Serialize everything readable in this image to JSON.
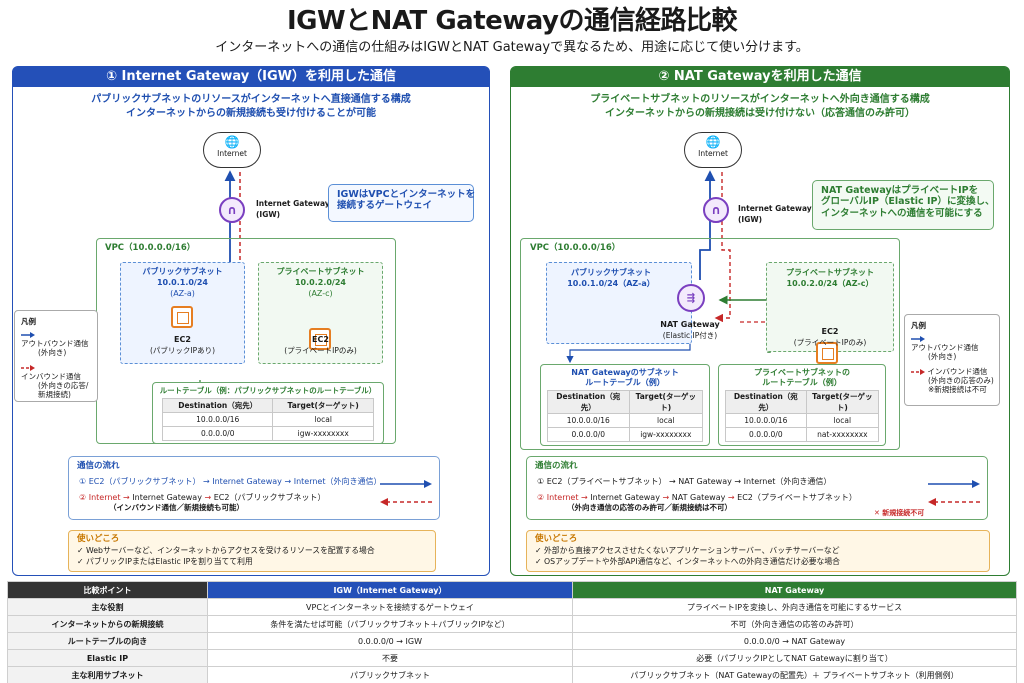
{
  "title": "IGWとNAT Gatewayの通信経路比較",
  "subtitle": "インターネットへの通信の仕組みはIGWとNAT Gatewayで異なるため、用途に応じて使い分けます。",
  "colors": {
    "igw_header": "#2450b8",
    "nat_header": "#2e7d32",
    "outbound": "#1f4fb0",
    "inbound": "#c62828"
  },
  "igw": {
    "header": "① Internet Gateway（IGW）を利用した通信",
    "desc1": "パブリックサブネットのリソースがインターネットへ直接通信する構成",
    "desc2": "インターネットからの新規接続も受け付けることが可能",
    "internet": "Internet",
    "gw_label1": "Internet Gateway",
    "gw_label2": "(IGW)",
    "note1": "IGWはVPCとインターネットを",
    "note2": "接続するゲートウェイ",
    "vpc": "VPC（10.0.0.0/16）",
    "pub_title": "パブリックサブネット",
    "pub_cidr": "10.0.1.0/24",
    "pub_az": "(AZ-a)",
    "pub_ec2": "EC2",
    "pub_ec2_sub": "(パブリックIPあり)",
    "priv_title": "プライベートサブネット",
    "priv_cidr": "10.0.2.0/24",
    "priv_az": "(AZ-c)",
    "priv_ec2": "EC2",
    "priv_ec2_sub": "(プライベートIPのみ)",
    "rt_title": "ルートテーブル（例：パブリックサブネットのルートテーブル）",
    "rt": {
      "h1": "Destination（宛先）",
      "h2": "Target(ターゲット)",
      "r1a": "10.0.0.0/16",
      "r1b": "local",
      "r2a": "0.0.0.0/0",
      "r2b": "igw-xxxxxxxx"
    },
    "flow_title": "通信の流れ",
    "flow1_a": "① EC2（パブリックサブネット）",
    "flow1_b": "Internet Gateway",
    "flow1_c": "Internet（外向き通信）",
    "flow2_a": "② Internet",
    "flow2_b": "Internet Gateway",
    "flow2_c": "EC2（パブリックサブネット）",
    "flow2_sub": "（インバウンド通信／新規接続も可能）",
    "usage_title": "使いどころ",
    "usage1": "✓ Webサーバーなど、インターネットからアクセスを受けるリソースを配置する場合",
    "usage2": "✓ パブリックIPまたはElastic IPを割り当てて利用"
  },
  "legend_left": {
    "title": "凡例",
    "out1": "アウトバウンド通信",
    "out2": "(外向き)",
    "in1": "インバウンド通信",
    "in2": "(外向きの応答/",
    "in3": "新規接続)"
  },
  "nat": {
    "header": "② NAT Gatewayを利用した通信",
    "desc1": "プライベートサブネットのリソースがインターネットへ外向き通信する構成",
    "desc2": "インターネットからの新規接続は受け付けない（応答通信のみ許可）",
    "internet": "Internet",
    "gw_label1": "Internet Gateway",
    "gw_label2": "(IGW)",
    "note1": "NAT GatewayはプライベートIPを",
    "note2": "グローバルIP（Elastic IP）に変換し、",
    "note3": "インターネットへの通信を可能にする",
    "vpc": "VPC（10.0.0.0/16）",
    "pub_title": "パブリックサブネット",
    "pub_cidr": "10.0.1.0/24（AZ-a）",
    "natgw1": "NAT Gateway",
    "natgw2": "(Elastic IP付き)",
    "priv_title": "プライベートサブネット",
    "priv_cidr": "10.0.2.0/24（AZ-c）",
    "priv_ec2": "EC2",
    "priv_ec2_sub": "(プライベートIPのみ)",
    "rt1_title1": "NAT Gatewayのサブネット",
    "rt1_title2": "ルートテーブル（例）",
    "rt1": {
      "h1": "Destination（宛先）",
      "h2": "Target(ターゲット)",
      "r1a": "10.0.0.0/16",
      "r1b": "local",
      "r2a": "0.0.0.0/0",
      "r2b": "igw-xxxxxxxx"
    },
    "rt2_title1": "プライベートサブネットの",
    "rt2_title2": "ルートテーブル（例）",
    "rt2": {
      "h1": "Destination（宛先）",
      "h2": "Target(ターゲット)",
      "r1a": "10.0.0.0/16",
      "r1b": "local",
      "r2a": "0.0.0.0/0",
      "r2b": "nat-xxxxxxxx"
    },
    "flow_title": "通信の流れ",
    "flow1_a": "① EC2（プライベートサブネット）",
    "flow1_b": "NAT Gateway",
    "flow1_c": "Internet（外向き通信）",
    "flow2_a": "② Internet",
    "flow2_b": "Internet Gateway",
    "flow2_c": "NAT Gateway",
    "flow2_d": "EC2（プライベートサブネット）",
    "flow2_sub": "（外向き通信の応答のみ許可／新規接続は不可）",
    "flow_x": "✕ 新規接続不可",
    "usage_title": "使いどころ",
    "usage1": "✓ 外部から直接アクセスさせたくないアプリケーションサーバー、バッチサーバーなど",
    "usage2": "✓ OSアップデートや外部API通信など、インターネットへの外向き通信だけ必要な場合"
  },
  "legend_right": {
    "title": "凡例",
    "out1": "アウトバウンド通信",
    "out2": "(外向き)",
    "in1": "インバウンド通信",
    "in2": "(外向きの応答のみ)",
    "in3": "※新規接続は不可"
  },
  "compare": {
    "headers": [
      "比較ポイント",
      "IGW（Internet Gateway）",
      "NAT Gateway"
    ],
    "rows": [
      [
        "主な役割",
        "VPCとインターネットを接続するゲートウェイ",
        "プライベートIPを変換し、外向き通信を可能にするサービス"
      ],
      [
        "インターネットからの新規接続",
        "条件を満たせば可能（パブリックサブネット＋パブリックIPなど）",
        "不可（外向き通信の応答のみ許可）"
      ],
      [
        "ルートテーブルの向き",
        "0.0.0.0/0 → IGW",
        "0.0.0.0/0 → NAT Gateway"
      ],
      [
        "Elastic IP",
        "不要",
        "必要（パブリックIPとしてNAT Gatewayに割り当て）"
      ],
      [
        "主な利用サブネット",
        "パブリックサブネット",
        "パブリックサブネット（NAT Gatewayの配置先）＋ プライベートサブネット（利用側例）"
      ]
    ]
  }
}
